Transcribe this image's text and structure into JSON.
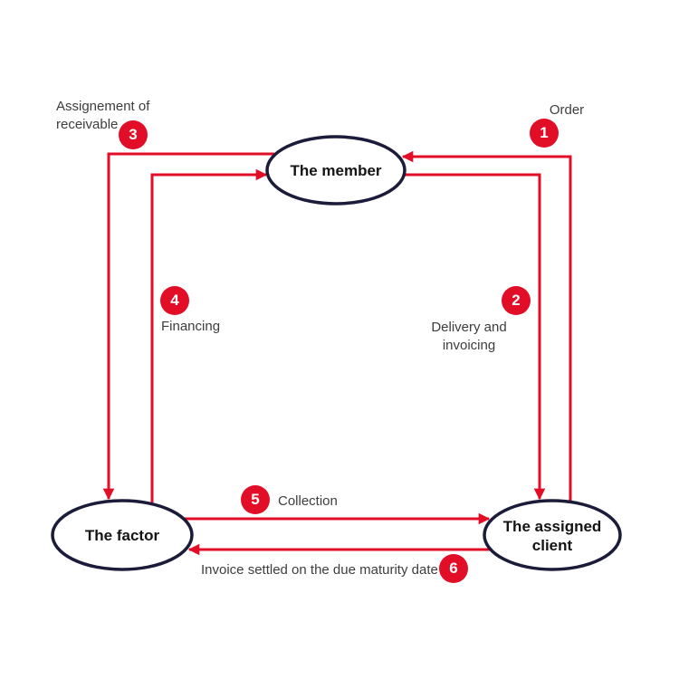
{
  "diagram": {
    "type": "factoring-process-flow",
    "colors": {
      "arrow_red": "#e20d26",
      "badge_red": "#e20d26",
      "node_stroke_navy": "#1b1b3a",
      "node_fill": "#ffffff",
      "node_text": "#141414",
      "step_label_text": "#3d3d3d",
      "background": "#ffffff"
    },
    "nodes": [
      {
        "id": "member",
        "label": "The member"
      },
      {
        "id": "factor",
        "label": "The factor"
      },
      {
        "id": "assigned_client",
        "label": "The assigned\nclient"
      }
    ],
    "steps": [
      {
        "number": "1",
        "label": "Order",
        "from": "assigned_client",
        "to": "member"
      },
      {
        "number": "2",
        "label": "Delivery and\ninvoicing",
        "from": "member",
        "to": "assigned_client"
      },
      {
        "number": "3",
        "label": "Assignement of\nreceivable",
        "from": "member",
        "to": "factor"
      },
      {
        "number": "4",
        "label": "Financing",
        "from": "factor",
        "to": "member"
      },
      {
        "number": "5",
        "label": "Collection",
        "from": "factor",
        "to": "assigned_client"
      },
      {
        "number": "6",
        "label": "Invoice settled on the due maturity date",
        "from": "assigned_client",
        "to": "factor"
      }
    ]
  }
}
